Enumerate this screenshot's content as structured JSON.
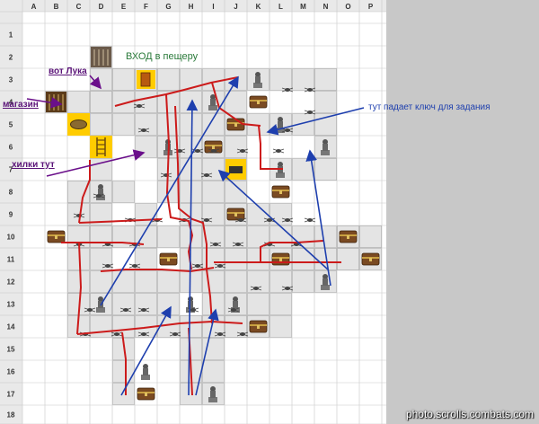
{
  "sheet": {
    "columns": [
      "A",
      "B",
      "C",
      "D",
      "E",
      "F",
      "G",
      "H",
      "I",
      "J",
      "K",
      "L",
      "M",
      "N",
      "O",
      "P"
    ],
    "rows": [
      "1",
      "2",
      "3",
      "4",
      "5",
      "6",
      "7",
      "8",
      "9",
      "10",
      "11",
      "12",
      "13",
      "14",
      "15",
      "16",
      "17",
      "18"
    ]
  },
  "annotations": {
    "entrance": "ВХОД в пещеру",
    "luka": "вот Лука",
    "shop": "магазин",
    "heals": "хилки тут",
    "key_drop": "тут падает ключ для задания"
  },
  "watermark": "photo.scrolls.combats.com",
  "colors": {
    "grid_line": "#c8c8c8",
    "header_bg": "#e9e9e9",
    "floor": "#e4e4e4",
    "floor_edge": "#a8a8a8",
    "path_red": "#cc1b1b",
    "arrow_blue": "#1e3fae",
    "arrow_purple": "#6a0f8a",
    "label_green": "#2a7a3a",
    "label_blue": "#1e3fae",
    "label_purple": "#5a1378",
    "door_yellow": "#ffcc00"
  }
}
